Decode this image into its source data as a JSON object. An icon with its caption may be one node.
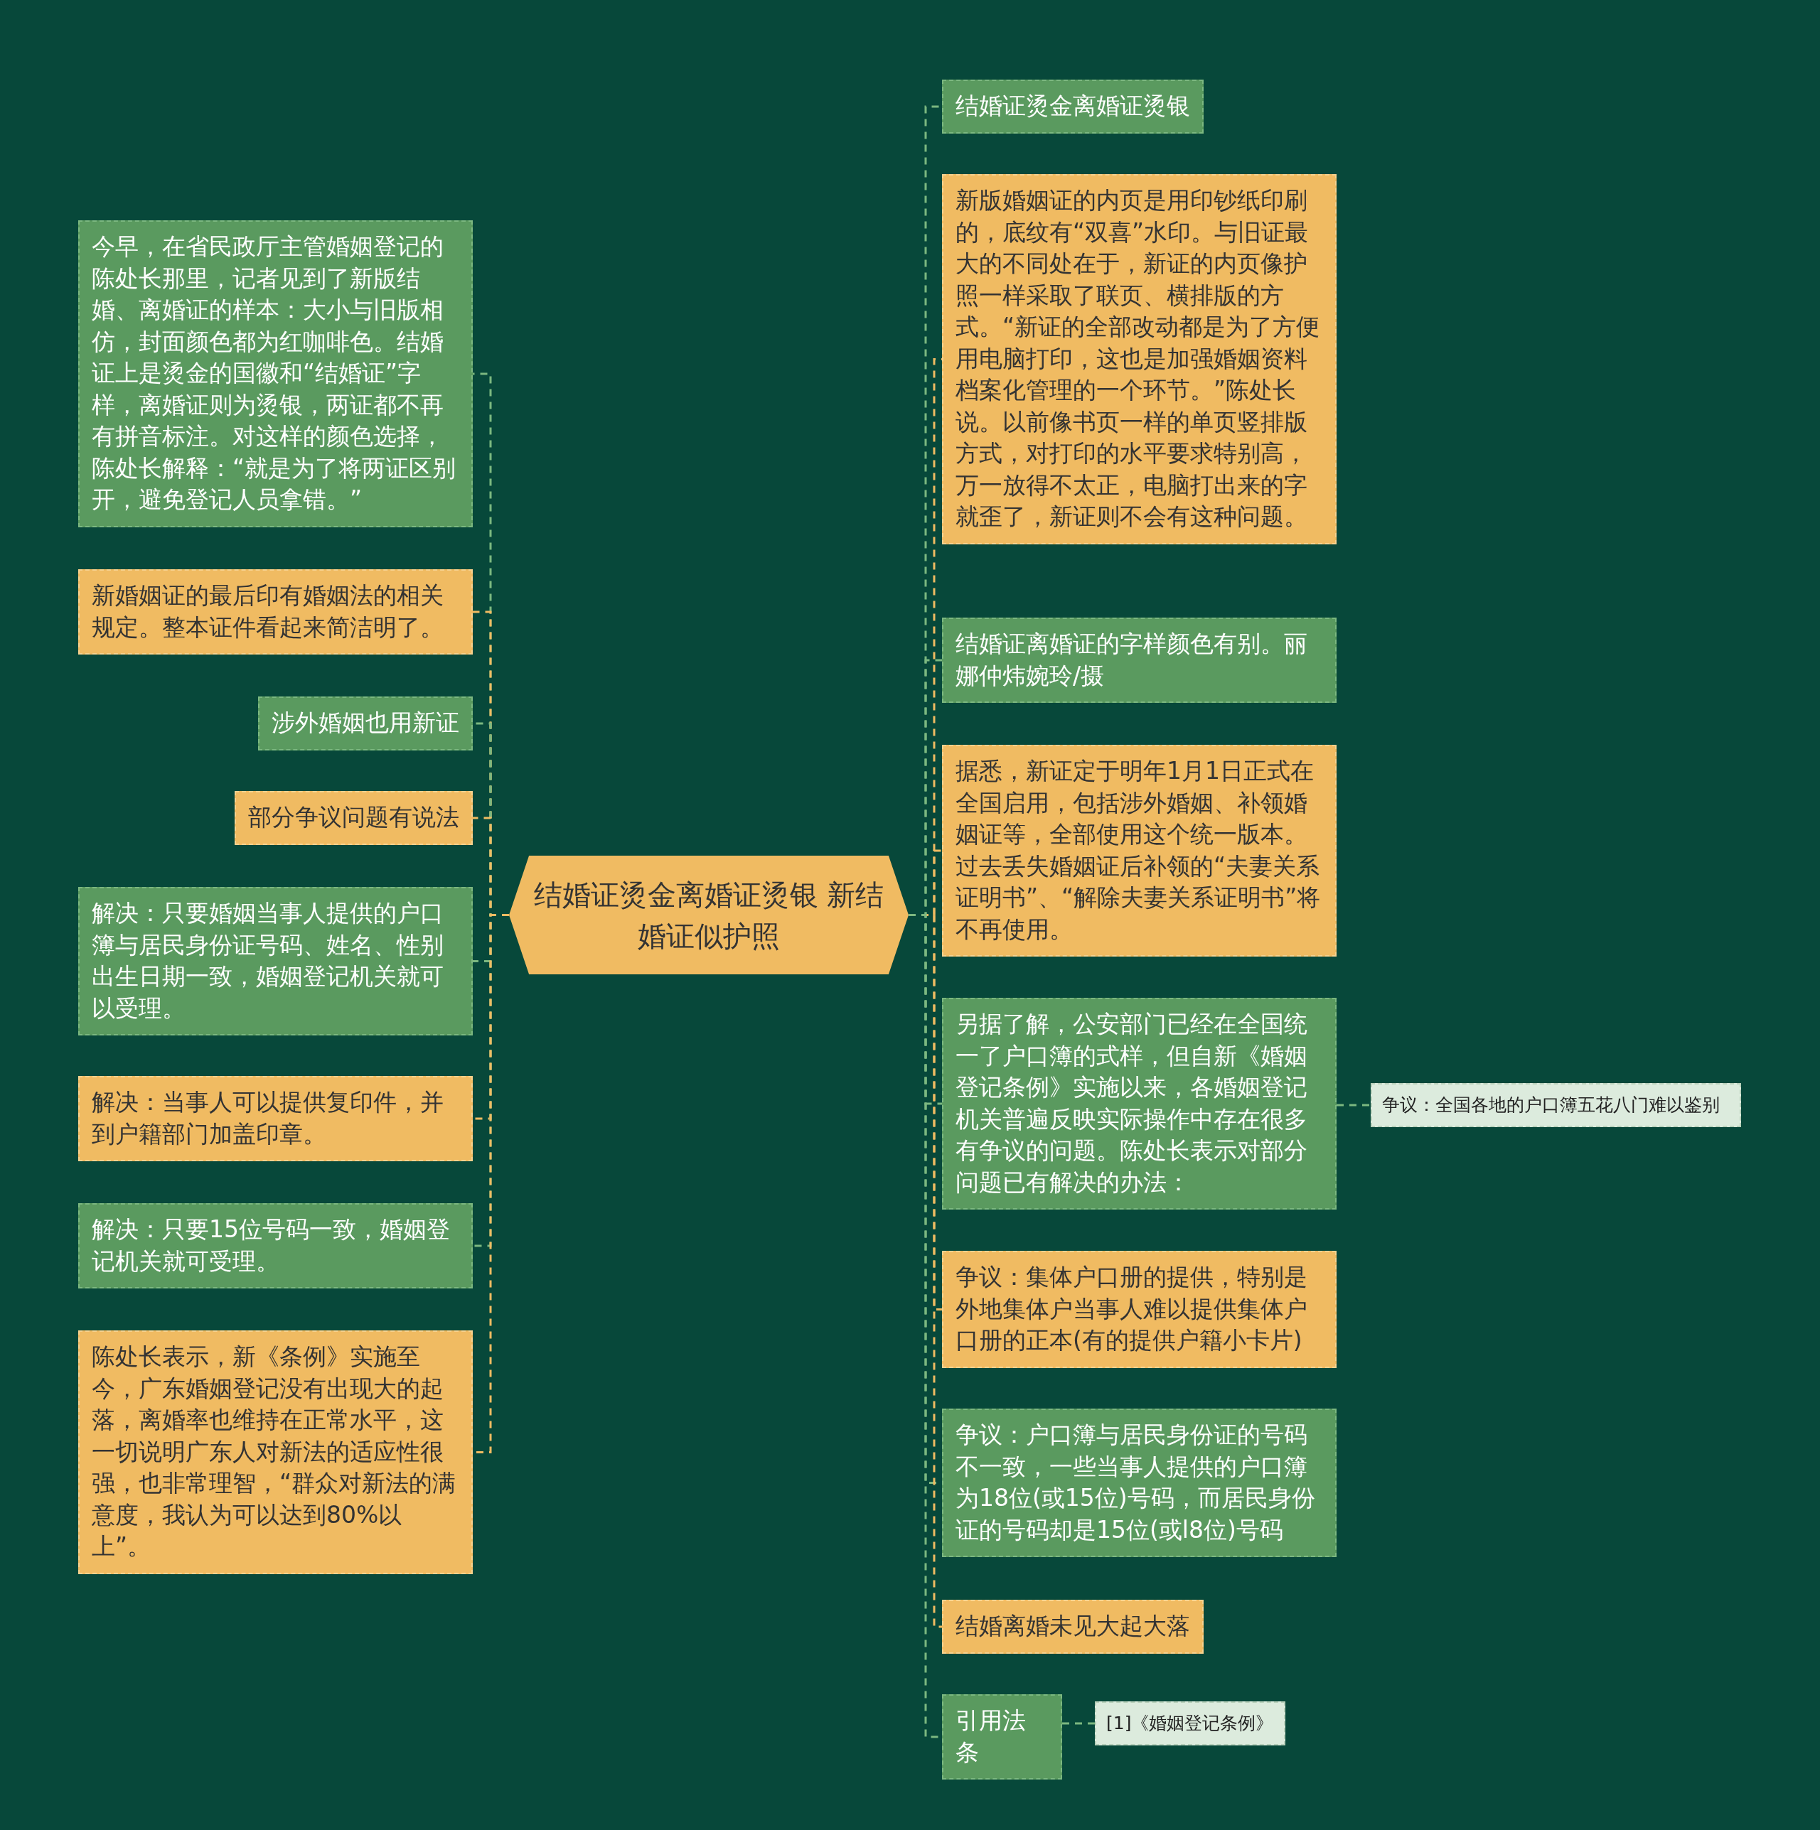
{
  "diagram": {
    "nodes": [
      {
        "text": [
          "结婚证烫金离婚证烫银 新结婚证似护照"
        ]
      },
      {
        "text": [
          "结婚证烫金离婚证烫银"
        ]
      },
      {
        "text": [
          "新版婚姻证的内页是用印钞纸印刷的，底纹有“双喜”水印。与旧证最大的不同处在于，新证的内页像护照一样采取了联页、横排版的方式。“新证的全部改动都是为了方便用电脑打印，这也是加强婚姻资料档案化管理的一个环节。”陈处长说。以前像书页一样的单页竖排版方式，对打印的水平要求特别高，万一放得不太正，电脑打出来的字就歪了，新证则不会有这种问题。"
        ]
      },
      {
        "text": [
          "结婚证离婚证的字样颜色有别。丽娜仲炜婉玲/摄"
        ]
      },
      {
        "text": [
          "据悉，新证定于明年1月1日正式在全国启用，包括涉外婚姻、补领婚姻证等，全部使用这个统一版本。过去丢失婚姻证后补领的“夫妻关系证明书”、“解除夫妻关系证明书”将不再使用。"
        ]
      },
      {
        "text": [
          "另据了解，公安部门已经在全国统一了户口簿的式样，但自新《婚姻登记条例》实施以来，各婚姻登记机关普遍反映实际操作中存在很多有争议的问题。陈处长表示对部分问题已有解决的办法："
        ]
      },
      {
        "text": [
          "争议：全国各地的户口簿五花八门难以鉴别"
        ]
      },
      {
        "text": [
          "争议：集体户口册的提供，特别是外地集体户当事人难以提供集体户口册的正本(有的提供户籍小卡片)"
        ]
      },
      {
        "text": [
          "争议：户口簿与居民身份证的号码不一致，一些当事人提供的户口簿为18位(或15位)号码，而居民身份证的号码却是15位(或l8位)号码"
        ]
      },
      {
        "text": [
          "结婚离婚未见大起大落"
        ]
      },
      {
        "text": [
          "引用法条"
        ]
      },
      {
        "text": [
          "[1]《婚姻登记条例》"
        ]
      },
      {
        "text": [
          "今早，在省民政厅主管婚姻登记的陈处长那里，记者见到了新版结婚、离婚证的样本：大小与旧版相仿，封面颜色都为红咖啡色。结婚证上是烫金的国徽和“结婚证”字样，离婚证则为烫银，两证都不再有拼音标注。对这样的颜色选择，陈处长解释：“就是为了将两证区别开，避免登记人员拿错。”"
        ]
      },
      {
        "text": [
          "新婚姻证的最后印有婚姻法的相关规定。整本证件看起来简洁明了。"
        ]
      },
      {
        "text": [
          "涉外婚姻也用新证"
        ]
      },
      {
        "text": [
          "部分争议问题有说法"
        ]
      },
      {
        "text": [
          "解决：只要婚姻当事人提供的户口簿与居民身份证号码、姓名、性别出生日期一致，婚姻登记机关就可以受理。"
        ]
      },
      {
        "text": [
          "解决：当事人可以提供复印件，并到户籍部门加盖印章。"
        ]
      },
      {
        "text": [
          "解决：只要15位号码一致，婚姻登记机关就可受理。"
        ]
      },
      {
        "text": [
          "陈处长表示，新《条例》实施至今，广东婚姻登记没有出现大的起落，离婚率也维持在正常水平，这一切说明广东人对新法的适应性很强，也非常理智，“群众对新法的满意度，我认为可以达到80%以上”。"
        ]
      }
    ],
    "edges": [
      {
        "from": 0,
        "to": 1,
        "arrow": "none"
      },
      {
        "from": 0,
        "to": 2,
        "arrow": "none",
        "color": "#f0bb62"
      },
      {
        "from": 0,
        "to": 3,
        "arrow": "none"
      },
      {
        "from": 0,
        "to": 4,
        "arrow": "none",
        "color": "#f0bb62"
      },
      {
        "from": 0,
        "to": 5,
        "arrow": "none"
      },
      {
        "from": 5,
        "to": 6,
        "arrow": "none"
      },
      {
        "from": 0,
        "to": 7,
        "arrow": "none",
        "color": "#f0bb62"
      },
      {
        "from": 0,
        "to": 8,
        "arrow": "none"
      },
      {
        "from": 0,
        "to": 9,
        "arrow": "none",
        "color": "#f0bb62"
      },
      {
        "from": 0,
        "to": 10,
        "arrow": "none"
      },
      {
        "from": 10,
        "to": 11,
        "arrow": "none"
      },
      {
        "from": 0,
        "to": 12,
        "arrow": "none"
      },
      {
        "from": 0,
        "to": 13,
        "arrow": "none",
        "color": "#f0bb62"
      },
      {
        "from": 0,
        "to": 14,
        "arrow": "none"
      },
      {
        "from": 0,
        "to": 15,
        "arrow": "none",
        "color": "#f0bb62"
      },
      {
        "from": 0,
        "to": 16,
        "arrow": "none"
      },
      {
        "from": 0,
        "to": 17,
        "arrow": "none",
        "color": "#f0bb62"
      },
      {
        "from": 0,
        "to": 18,
        "arrow": "none"
      },
      {
        "from": 0,
        "to": 19,
        "arrow": "none",
        "color": "#f0bb62"
      }
    ]
  }
}
